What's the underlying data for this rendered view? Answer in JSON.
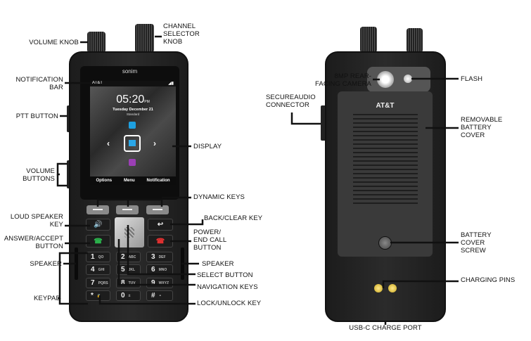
{
  "front": {
    "brand": "sonim",
    "carrier": "AT&T",
    "time": "05:20",
    "ampm": "PM",
    "date": "Tuesday December 21",
    "profile": "Standard",
    "softkeys": [
      "Options",
      "Menu",
      "Notification"
    ],
    "keypad": [
      {
        "num": "1",
        "letters": "QO"
      },
      {
        "num": "2",
        "letters": "ABC"
      },
      {
        "num": "3",
        "letters": "DEF"
      },
      {
        "num": "4",
        "letters": "GHI"
      },
      {
        "num": "5",
        "letters": "JKL"
      },
      {
        "num": "6",
        "letters": "MNO"
      },
      {
        "num": "7",
        "letters": "PQRS"
      },
      {
        "num": "8",
        "letters": "TUV"
      },
      {
        "num": "9",
        "letters": "WXYZ"
      },
      {
        "num": "*",
        "letters": "🔒"
      },
      {
        "num": "0",
        "letters": "±"
      },
      {
        "num": "#",
        "letters": "⚬"
      }
    ],
    "labels": {
      "volume_knob": "VOLUME KNOB",
      "channel_selector_knob": "CHANNEL SELECTOR KNOB",
      "notification_bar": "NOTIFICATION BAR",
      "ptt_button": "PTT BUTTON",
      "display": "DISPLAY",
      "volume_buttons": "VOLUME BUTTONS",
      "dynamic_keys": "DYNAMIC KEYS",
      "loud_speaker_key": "LOUD SPEAKER KEY",
      "back_clear_key": "BACK/CLEAR KEY",
      "answer_accept_button": "ANSWER/ACCEPT BUTTON",
      "power_end_call_button": "POWER/ END CALL BUTTON",
      "speaker_left": "SPEAKER",
      "speaker_right": "SPEAKER",
      "select_button": "SELECT BUTTON",
      "navigation_keys": "NAVIGATION KEYS",
      "keypad": "KEYPAD",
      "lock_unlock_key": "LOCK/UNLOCK KEY"
    }
  },
  "back": {
    "logo": "AT&T",
    "labels": {
      "rear_camera": "8MP REAR-FACING CAMERA",
      "flash": "FLASH",
      "secureaudio_connector": "SECUREAUDIO CONNECTOR",
      "removable_battery_cover": "REMOVABLE BATTERY COVER",
      "battery_cover_screw": "BATTERY COVER SCREW",
      "charging_pins": "CHARGING PINS",
      "usb_c_charge_port": "USB-C CHARGE PORT"
    }
  }
}
